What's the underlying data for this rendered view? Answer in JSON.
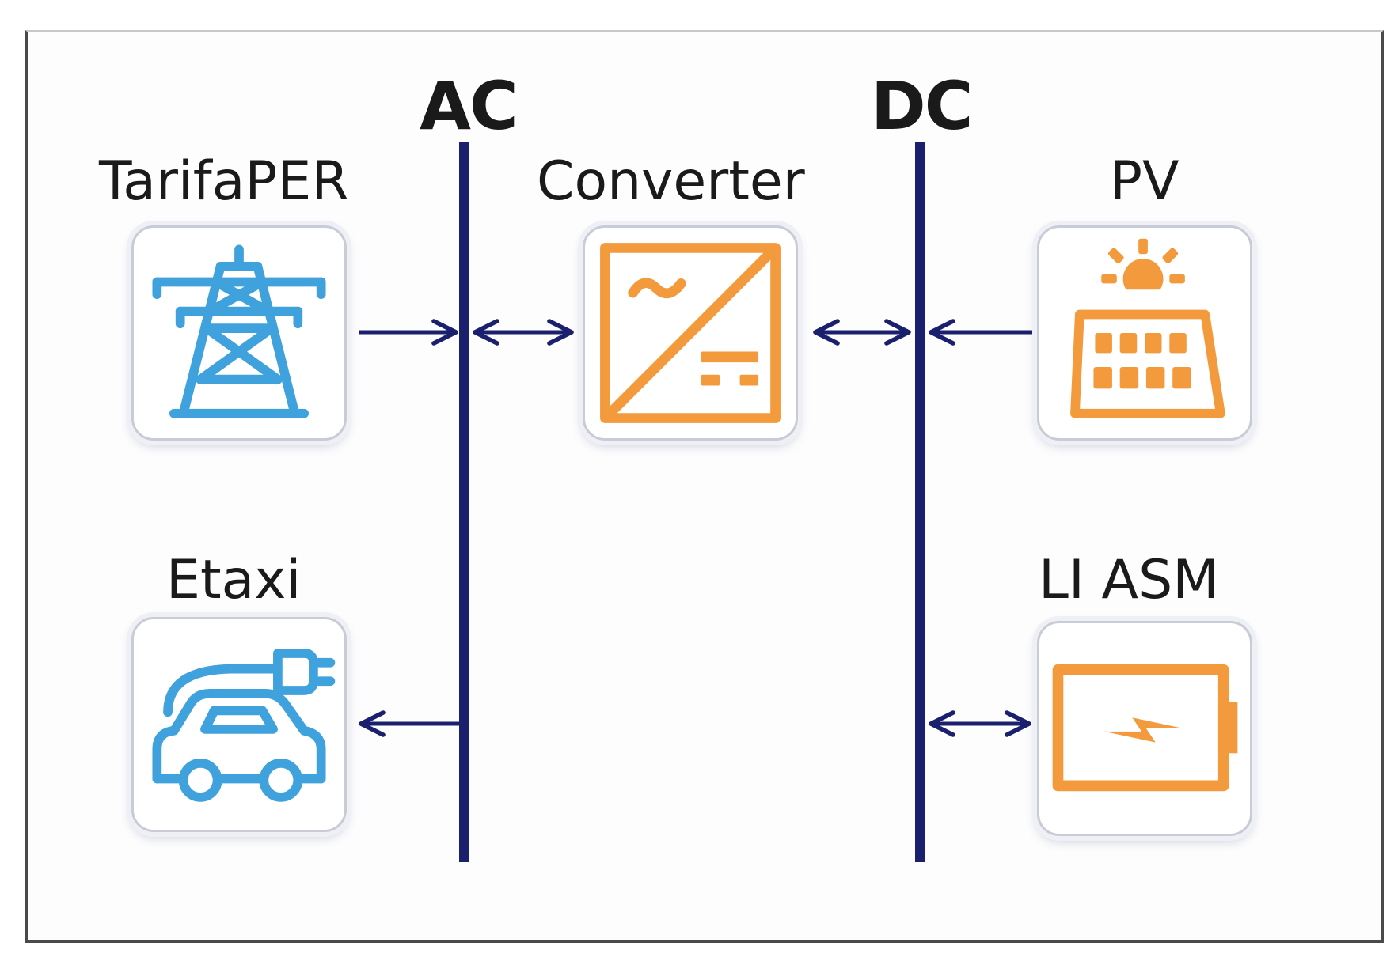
{
  "diagram": {
    "buses": [
      {
        "id": "ac",
        "label": "AC"
      },
      {
        "id": "dc",
        "label": "DC"
      }
    ],
    "nodes": [
      {
        "id": "grid",
        "label": "TarifaPER",
        "icon": "transmission-tower-icon",
        "color": "#3fa2dd"
      },
      {
        "id": "converter",
        "label": "Converter",
        "icon": "ac-dc-converter-icon",
        "color": "#f39a3c"
      },
      {
        "id": "pv",
        "label": "PV",
        "icon": "solar-panel-icon",
        "color": "#f39a3c"
      },
      {
        "id": "etaxi",
        "label": "Etaxi",
        "icon": "electric-car-icon",
        "color": "#3fa2dd"
      },
      {
        "id": "battery",
        "label": "LI ASM",
        "icon": "battery-icon",
        "color": "#f39a3c"
      }
    ],
    "edges": [
      {
        "from": "grid",
        "to": "ac",
        "direction": "forward"
      },
      {
        "from": "ac",
        "to": "converter",
        "direction": "both"
      },
      {
        "from": "converter",
        "to": "dc",
        "direction": "both"
      },
      {
        "from": "pv",
        "to": "dc",
        "direction": "forward"
      },
      {
        "from": "ac",
        "to": "etaxi",
        "direction": "forward"
      },
      {
        "from": "dc",
        "to": "battery",
        "direction": "both"
      }
    ],
    "colors": {
      "bus": "#1a1f6e",
      "arrow": "#1a1f6e"
    }
  }
}
